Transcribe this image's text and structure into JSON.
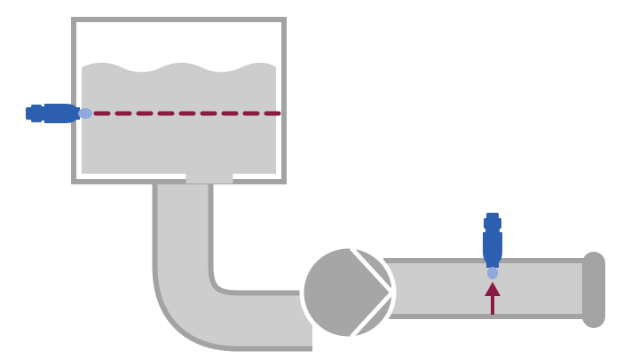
{
  "diagram": {
    "components": [
      "tank",
      "liquid",
      "outlet-pipe",
      "pump",
      "horizontal-pipe",
      "pipe-end-cap",
      "level-sensor",
      "pressure-sensor"
    ],
    "icons": {
      "level_sensor": "level-sensor-icon",
      "pressure_sensor": "pressure-sensor-icon",
      "pump": "pump-icon",
      "flow_arrow": "arrow-up-icon"
    },
    "colors": {
      "outline": "#a3a3a3",
      "liquid": "#cdcdcd",
      "pump_body": "#a6a6a6",
      "sensor_blue": "#2d5fb0",
      "sensor_tip": "#8fa9dd",
      "level_line": "#8b1a44",
      "arrow": "#8b1a44"
    }
  }
}
